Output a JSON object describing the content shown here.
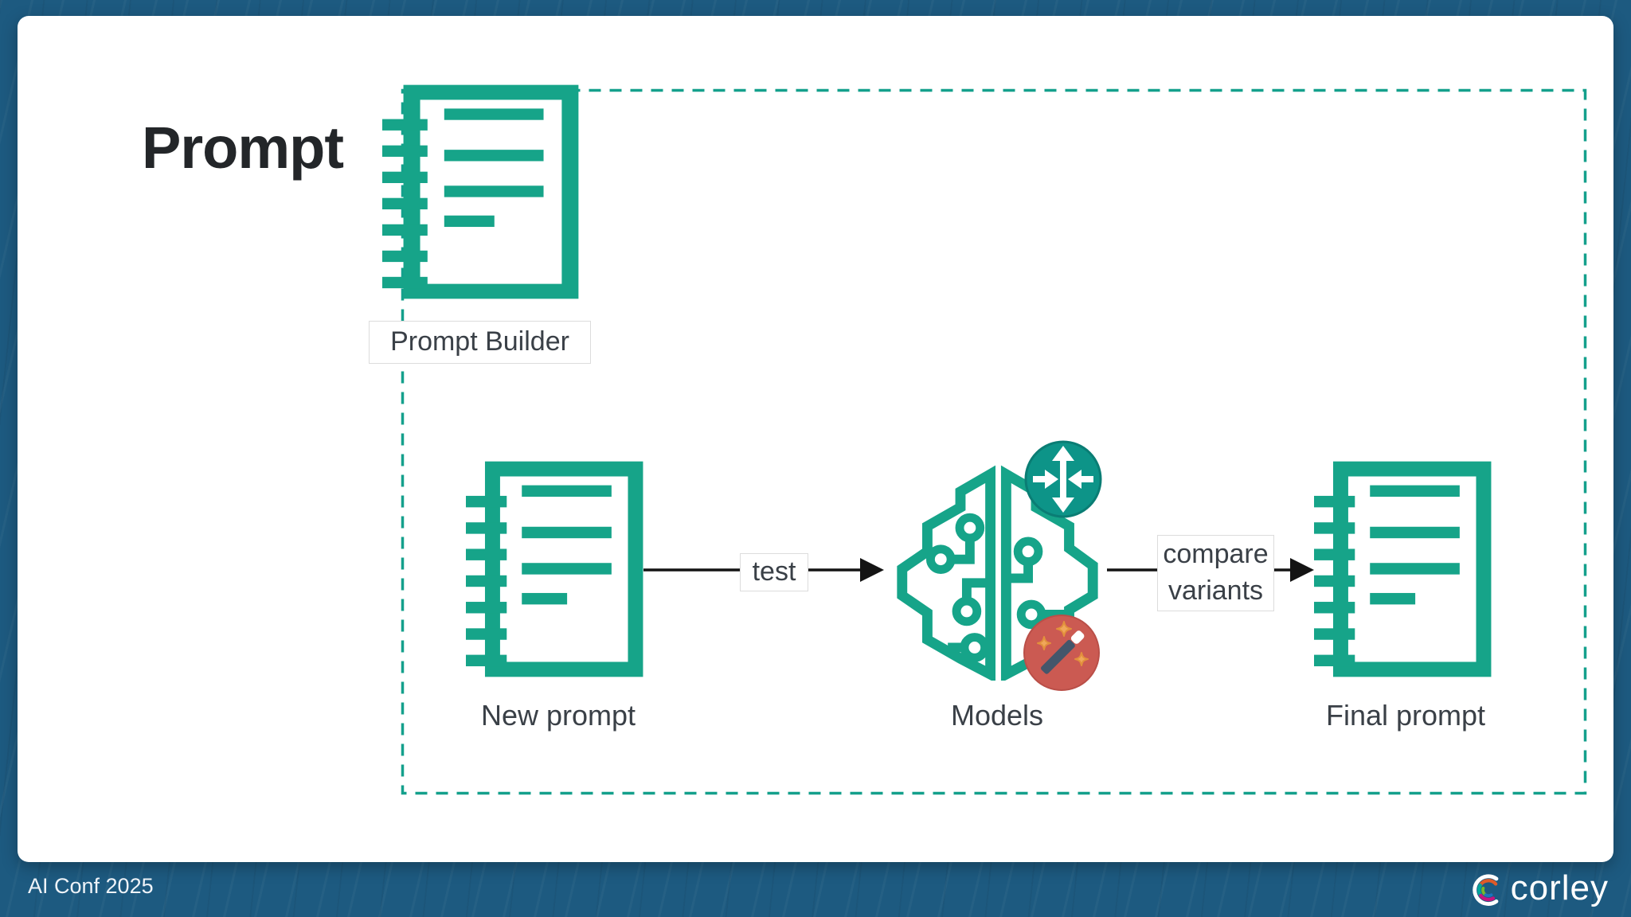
{
  "slide": {
    "title": "Prompt",
    "footer_left": "AI Conf 2025",
    "brand": "corley"
  },
  "diagram": {
    "builder_label": "Prompt Builder",
    "nodes": [
      {
        "id": "new-prompt",
        "label": "New prompt",
        "icon": "notebook-icon"
      },
      {
        "id": "models",
        "label": "Models",
        "icon": "ai-brain-circuit-icon",
        "badges": [
          "scale-arrows-badge-icon",
          "magic-wand-badge-icon"
        ]
      },
      {
        "id": "final-prompt",
        "label": "Final prompt",
        "icon": "notebook-icon"
      }
    ],
    "edges": [
      {
        "from": "new-prompt",
        "to": "models",
        "label": "test"
      },
      {
        "from": "models",
        "to": "final-prompt",
        "label": "compare variants"
      }
    ],
    "colors": {
      "icon_teal": "#16a489",
      "dashed_border": "#14a08c",
      "badge_teal": "#0d9488",
      "badge_red": "#cb5a52",
      "wand": "#44566b",
      "sparkle": "#f0a75a",
      "arrow": "#141414",
      "label_text": "#3a4047",
      "background": "#1d5a80",
      "title_text": "#232629"
    }
  }
}
